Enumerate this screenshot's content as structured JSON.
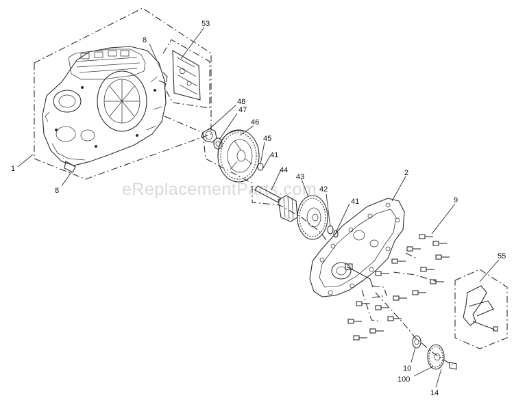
{
  "watermark": "eReplacementParts.com",
  "callouts": {
    "c1": "1",
    "c8a": "8",
    "c8b": "8",
    "c53": "53",
    "c48": "48",
    "c47": "47",
    "c46": "46",
    "c45": "45",
    "c41a": "41",
    "c44": "44",
    "c43": "43",
    "c42": "42",
    "c41b": "41",
    "c2": "2",
    "c9": "9",
    "c55": "55",
    "c10": "10",
    "c100": "100",
    "c14": "14"
  }
}
